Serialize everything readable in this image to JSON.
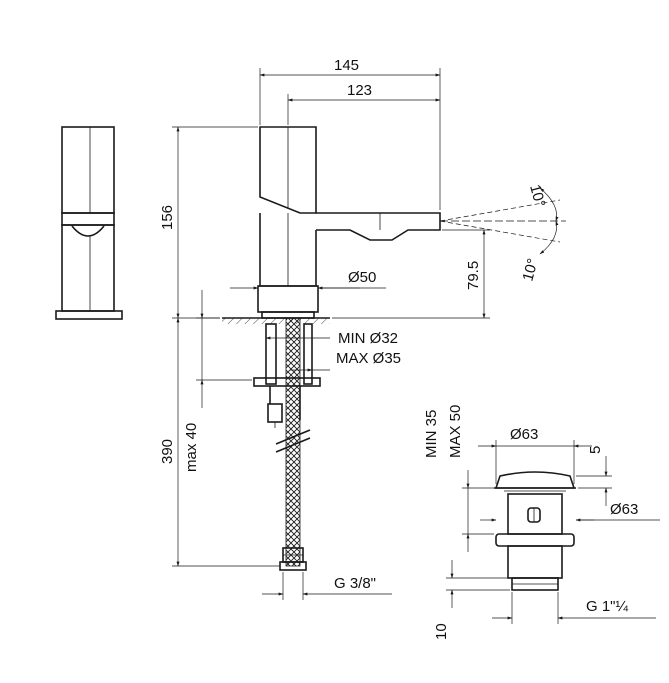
{
  "dimensions": {
    "width_total": "145",
    "width_spout": "123",
    "height_body": "156",
    "height_spout": "79.5",
    "base_diameter": "Ø50",
    "angle_up": "10°",
    "angle_down": "10°",
    "hole_min": "MIN Ø32",
    "hole_max": "MAX Ø35",
    "depth_total": "390",
    "deck_max": "max 40",
    "thread_supply": "G 3/8\"",
    "waste_deck_min": "MIN 35",
    "waste_deck_max": "MAX 50",
    "waste_top_diameter": "Ø63",
    "waste_cap_height": "5",
    "waste_flange_diameter": "Ø63",
    "waste_thread": "G 1\"¼",
    "waste_thread_length": "10"
  },
  "colors": {
    "line": "#1a1a1a",
    "background": "#ffffff"
  }
}
